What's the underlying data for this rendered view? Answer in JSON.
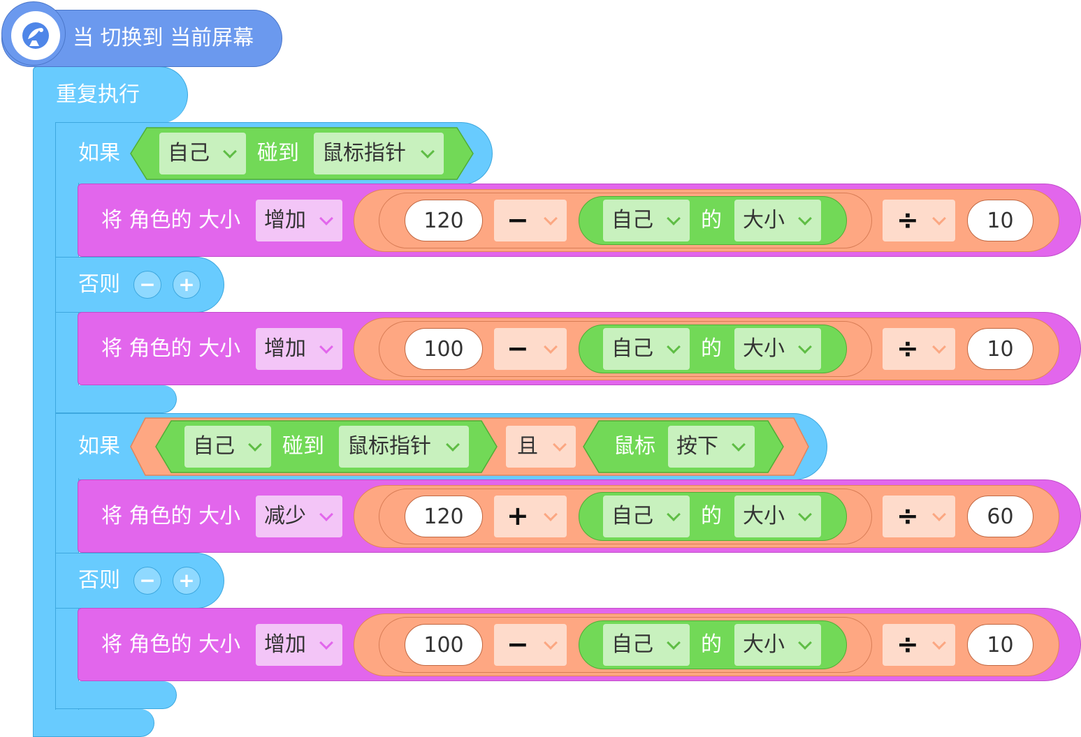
{
  "hat": {
    "label": "当 切换到 当前屏幕",
    "icon": "satellite-dish-icon"
  },
  "forever": {
    "label": "重复执行"
  },
  "if_blocks": [
    {
      "if_label": "如果",
      "condition": {
        "subject": "自己",
        "touch_label": "碰到",
        "target": "鼠标指针"
      },
      "then": {
        "prefix": "将 角色的 大小",
        "mode": "增加",
        "a": "120",
        "op": "−",
        "of_subject": "自己",
        "of_label": "的",
        "of_prop": "大小",
        "div": "÷",
        "b": "10"
      },
      "else_label": "否则",
      "else": {
        "prefix": "将 角色的 大小",
        "mode": "增加",
        "a": "100",
        "op": "−",
        "of_subject": "自己",
        "of_label": "的",
        "of_prop": "大小",
        "div": "÷",
        "b": "10"
      }
    },
    {
      "if_label": "如果",
      "condition": {
        "subject": "自己",
        "touch_label": "碰到",
        "target": "鼠标指针",
        "and": "且",
        "mouse": "鼠标",
        "mouse_state": "按下"
      },
      "then": {
        "prefix": "将 角色的 大小",
        "mode": "减少",
        "a": "120",
        "op": "+",
        "of_subject": "自己",
        "of_label": "的",
        "of_prop": "大小",
        "div": "÷",
        "b": "60"
      },
      "else_label": "否则",
      "else": {
        "prefix": "将 角色的 大小",
        "mode": "增加",
        "a": "100",
        "op": "−",
        "of_subject": "自己",
        "of_label": "的",
        "of_prop": "大小",
        "div": "÷",
        "b": "10"
      }
    }
  ],
  "buttons": {
    "minus": "−",
    "plus": "+"
  },
  "colors": {
    "hat": "#6b99ee",
    "control": "#68cbfe",
    "motion": "#e266ec",
    "operator": "#fea782",
    "sensing": "#72d957"
  }
}
